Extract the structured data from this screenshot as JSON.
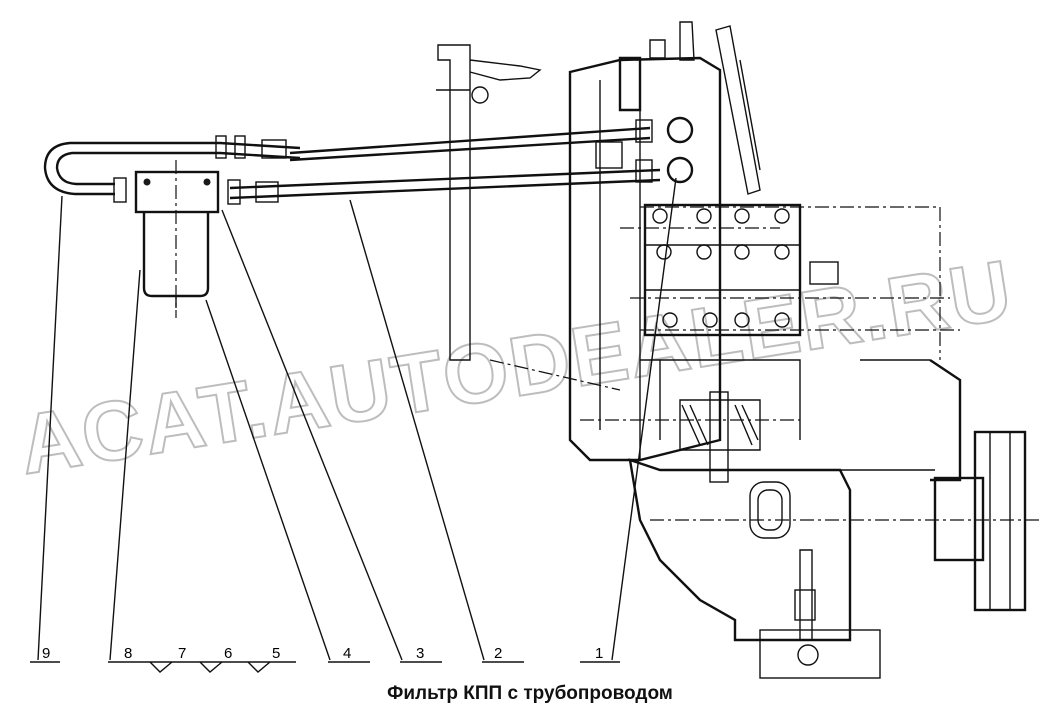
{
  "caption": "Фильтр КПП с трубопроводом",
  "watermark": "ACAT.AUTODEALER.RU",
  "callouts": [
    "1",
    "2",
    "3",
    "4",
    "5",
    "6",
    "7",
    "8",
    "9"
  ],
  "colors": {
    "ink": "#111111",
    "watermark": "#bdbdbd",
    "background": "#ffffff"
  }
}
